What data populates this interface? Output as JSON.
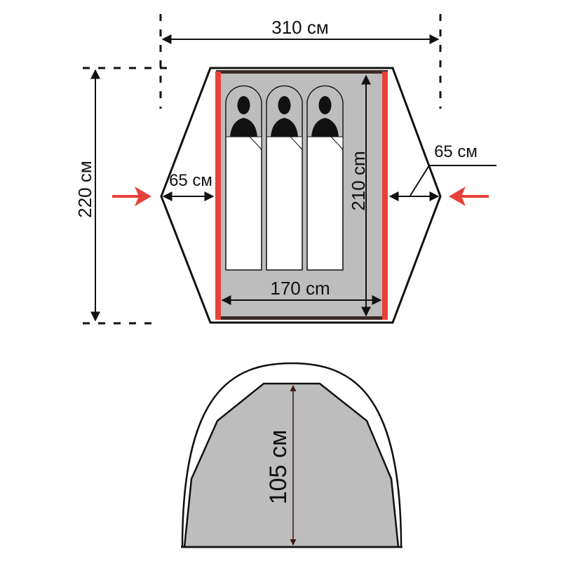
{
  "plan": {
    "overall_width": "310 см",
    "overall_length": "220 см",
    "vestibule_left": "65 см",
    "vestibule_right": "65 см",
    "inner_length": "210 cm",
    "inner_width": "170 cm",
    "sleeping_places": 3
  },
  "side_view": {
    "height": "105 см"
  },
  "colors": {
    "floor": "#bdbdbd",
    "wall": "#e8413a",
    "outline": "#111111",
    "arrow": "#e8413a"
  }
}
